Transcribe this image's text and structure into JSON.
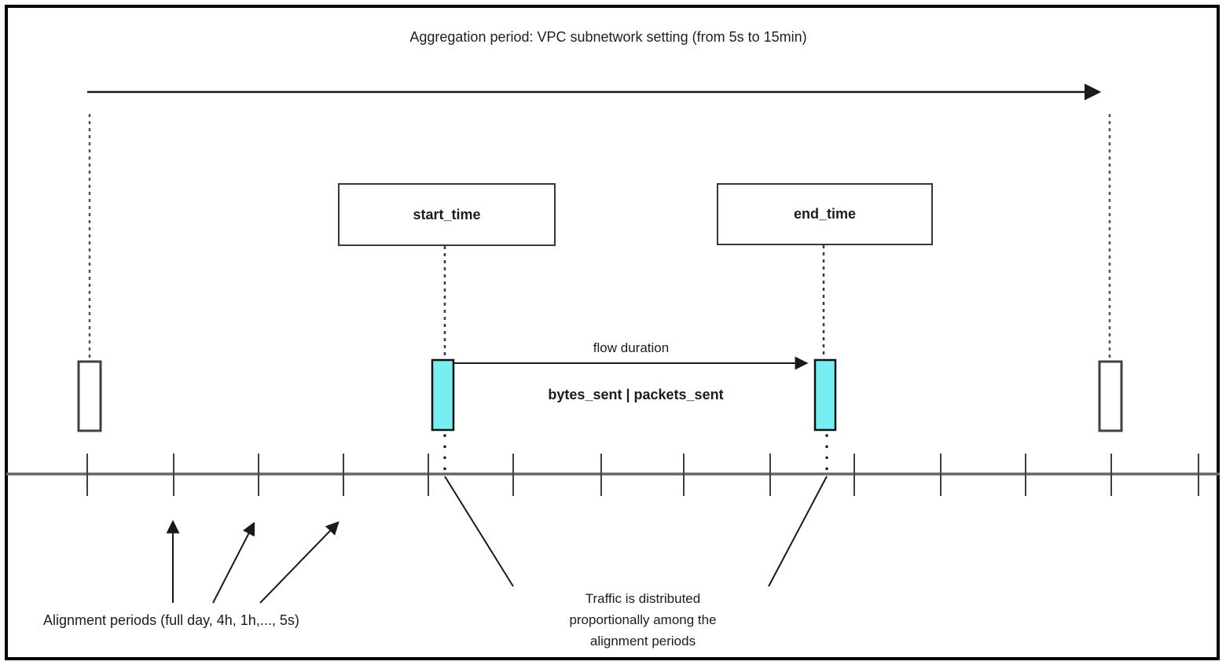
{
  "diagram": {
    "title": "Aggregation period: VPC subnetwork setting (from 5s to 15min)",
    "start_box_label": "start_time",
    "end_box_label": "end_time",
    "flow_duration_label": "flow duration",
    "metrics_label": "bytes_sent | packets_sent",
    "alignment_label": "Alignment periods (full day, 4h, 1h,..., 5s)",
    "traffic_note": {
      "lines": [
        "Traffic is distributed",
        "proportionally among the",
        "alignment periods"
      ]
    },
    "colors": {
      "flow_interval_fill": "#76EEF2",
      "timeline_axis": "#666666",
      "line": "#1a1a1a",
      "frame": "#000000"
    }
  }
}
